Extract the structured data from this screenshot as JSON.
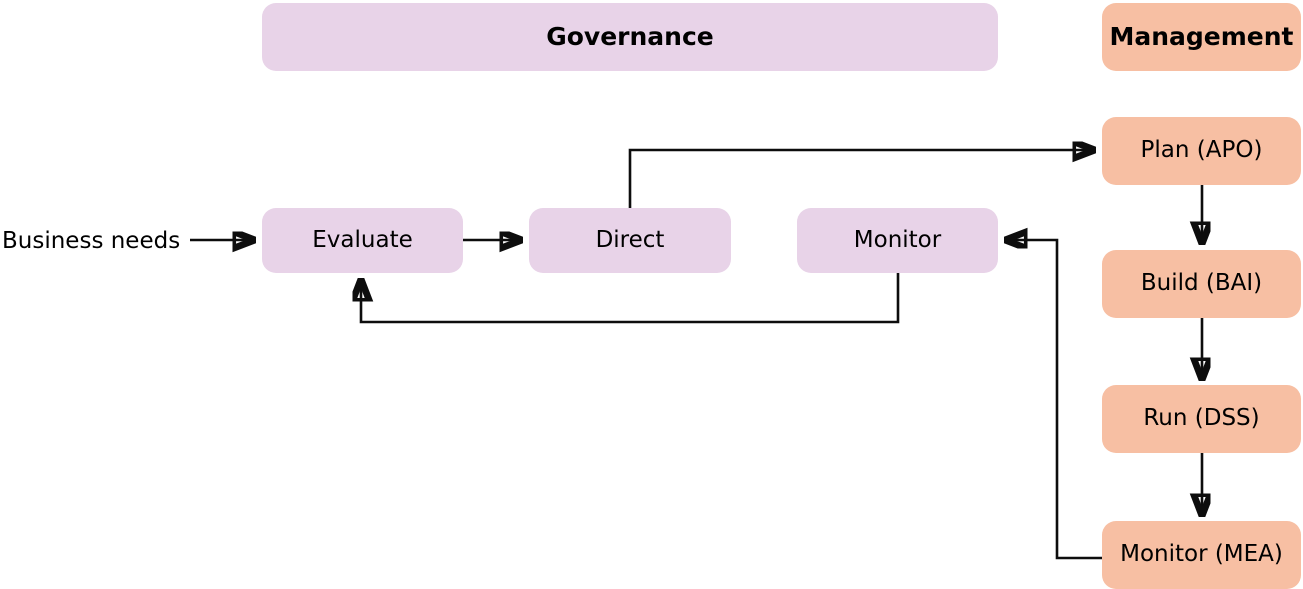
{
  "diagram": {
    "title_governance": "Governance",
    "title_management": "Management",
    "external_input_label": "Business needs",
    "governance_nodes": [
      {
        "id": "evaluate",
        "label": "Evaluate"
      },
      {
        "id": "direct",
        "label": "Direct"
      },
      {
        "id": "monitor",
        "label": "Monitor"
      }
    ],
    "management_nodes": [
      {
        "id": "plan",
        "label": "Plan (APO)"
      },
      {
        "id": "build",
        "label": "Build (BAI)"
      },
      {
        "id": "run",
        "label": "Run (DSS)"
      },
      {
        "id": "monitor_mea",
        "label": "Monitor (MEA)"
      }
    ],
    "colors": {
      "governance_fill": "#e8d3e8",
      "management_fill": "#f7bfa3",
      "edge_stroke": "#0d0d0d",
      "text": "#000000",
      "background": "#ffffff"
    },
    "edges": [
      {
        "from": "business-needs",
        "to": "evaluate"
      },
      {
        "from": "evaluate",
        "to": "direct"
      },
      {
        "from": "direct",
        "to": "plan"
      },
      {
        "from": "plan",
        "to": "build"
      },
      {
        "from": "build",
        "to": "run"
      },
      {
        "from": "run",
        "to": "monitor_mea"
      },
      {
        "from": "monitor_mea",
        "to": "monitor"
      },
      {
        "from": "monitor",
        "to": "evaluate"
      }
    ]
  }
}
